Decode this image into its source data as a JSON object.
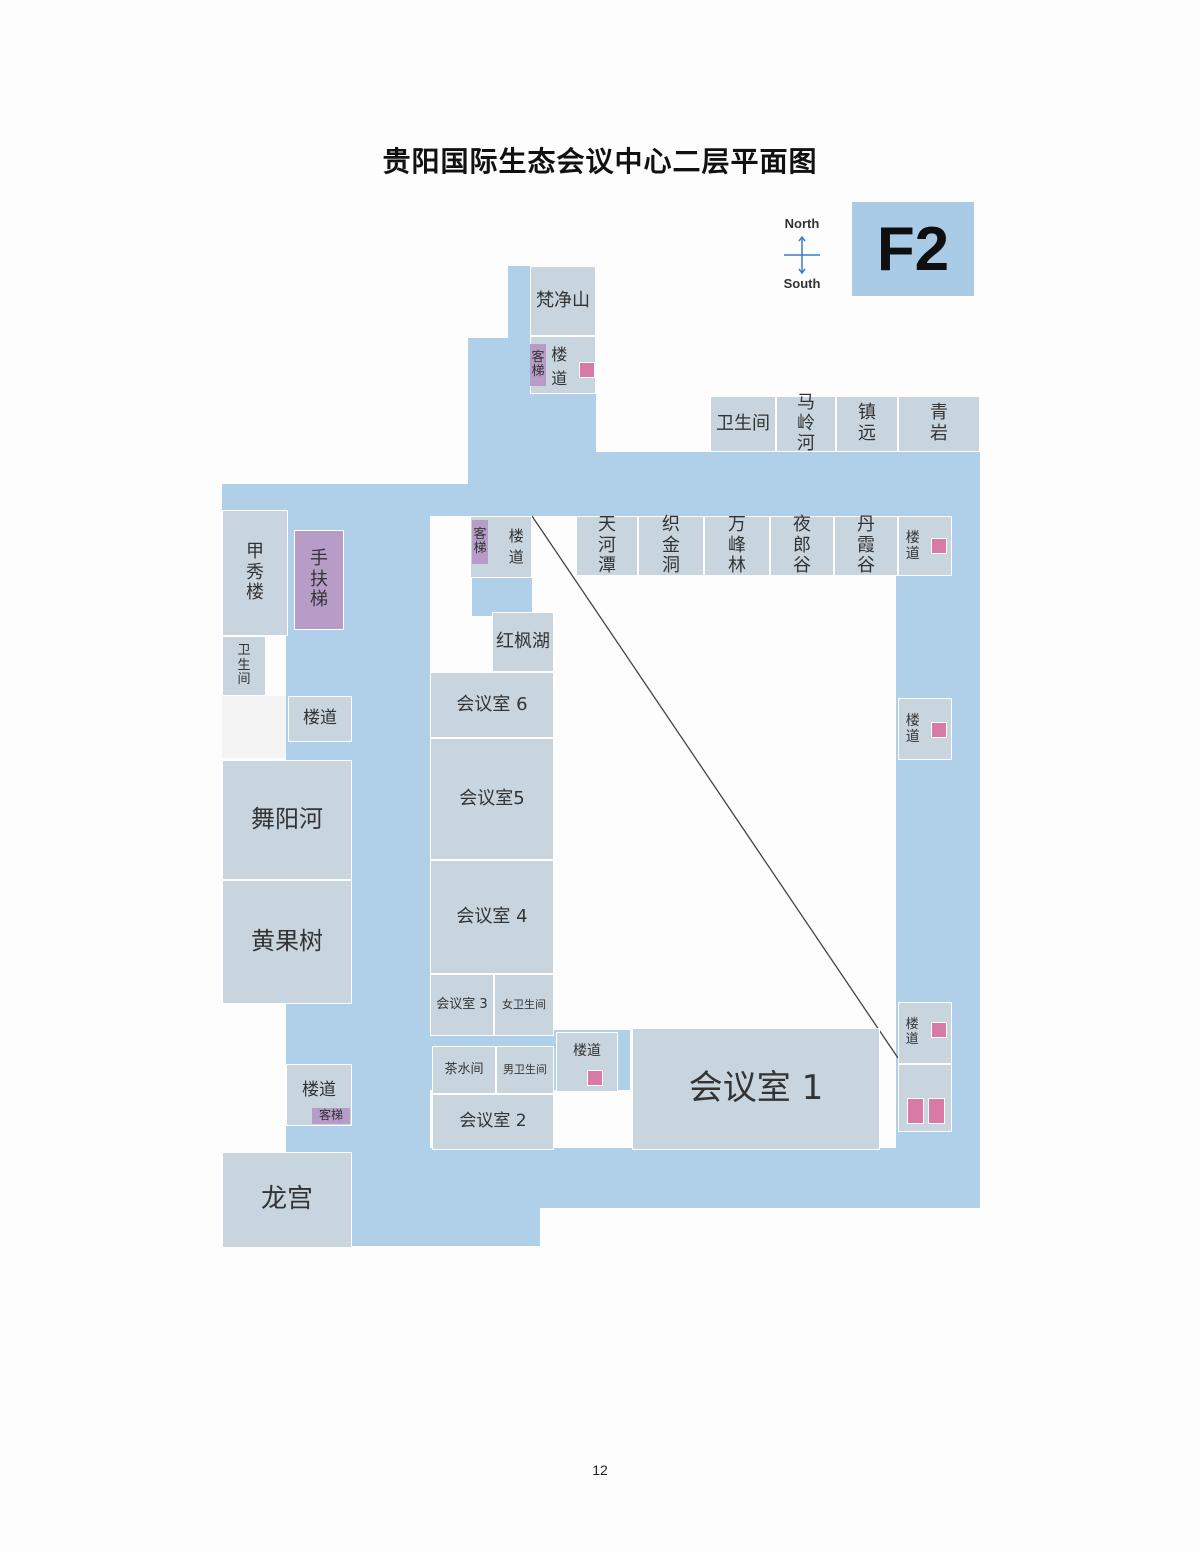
{
  "title": "贵阳国际生态会议中心二层平面图",
  "page_number": "12",
  "floor_label": "F2",
  "compass": {
    "north": "North",
    "south": "South"
  },
  "rooms": {
    "fanjingshan": "梵净山",
    "keti_top": "客梯",
    "loudao_top": "楼道",
    "restroom_top": "卫生间",
    "malinghe": "马岭河",
    "zhenyuan": "镇远",
    "qingyan": "青岩",
    "jiaxiulou": "甲秀楼",
    "escalator": "手扶梯",
    "restroom_left": "卫生间",
    "loudao_left": "楼道",
    "wuyanghe": "舞阳河",
    "huangguoshu": "黄果树",
    "loudao_lower_left": "楼道",
    "keti_lower_left": "客梯",
    "longgong": "龙宫",
    "keti_center": "客梯",
    "loudao_center": "楼道",
    "hongfenghu": "红枫湖",
    "tianhetan": "天河潭",
    "zhijindong": "织金洞",
    "wanfenglin": "万峰林",
    "yelanggu": "夜郎谷",
    "danxiagu": "丹霞谷",
    "loudao_ne": "楼道",
    "loudao_e": "楼道",
    "meeting6": "会议室 6",
    "meeting5": "会议室5",
    "meeting4": "会议室 4",
    "meeting3": "会议室 3",
    "female_restroom": "女卫生间",
    "tea_room": "茶水间",
    "male_restroom": "男卫生间",
    "meeting2": "会议室 2",
    "loudao_mid_bottom": "楼道",
    "meeting1": "会议室 1",
    "loudao_se": "楼道"
  },
  "colors": {
    "corridor": "#b0d0ea",
    "room": "#c9d5de",
    "elevator": "#b89cc8",
    "stair_marker": "#d97aa6",
    "floor_badge": "#aacbe6"
  }
}
